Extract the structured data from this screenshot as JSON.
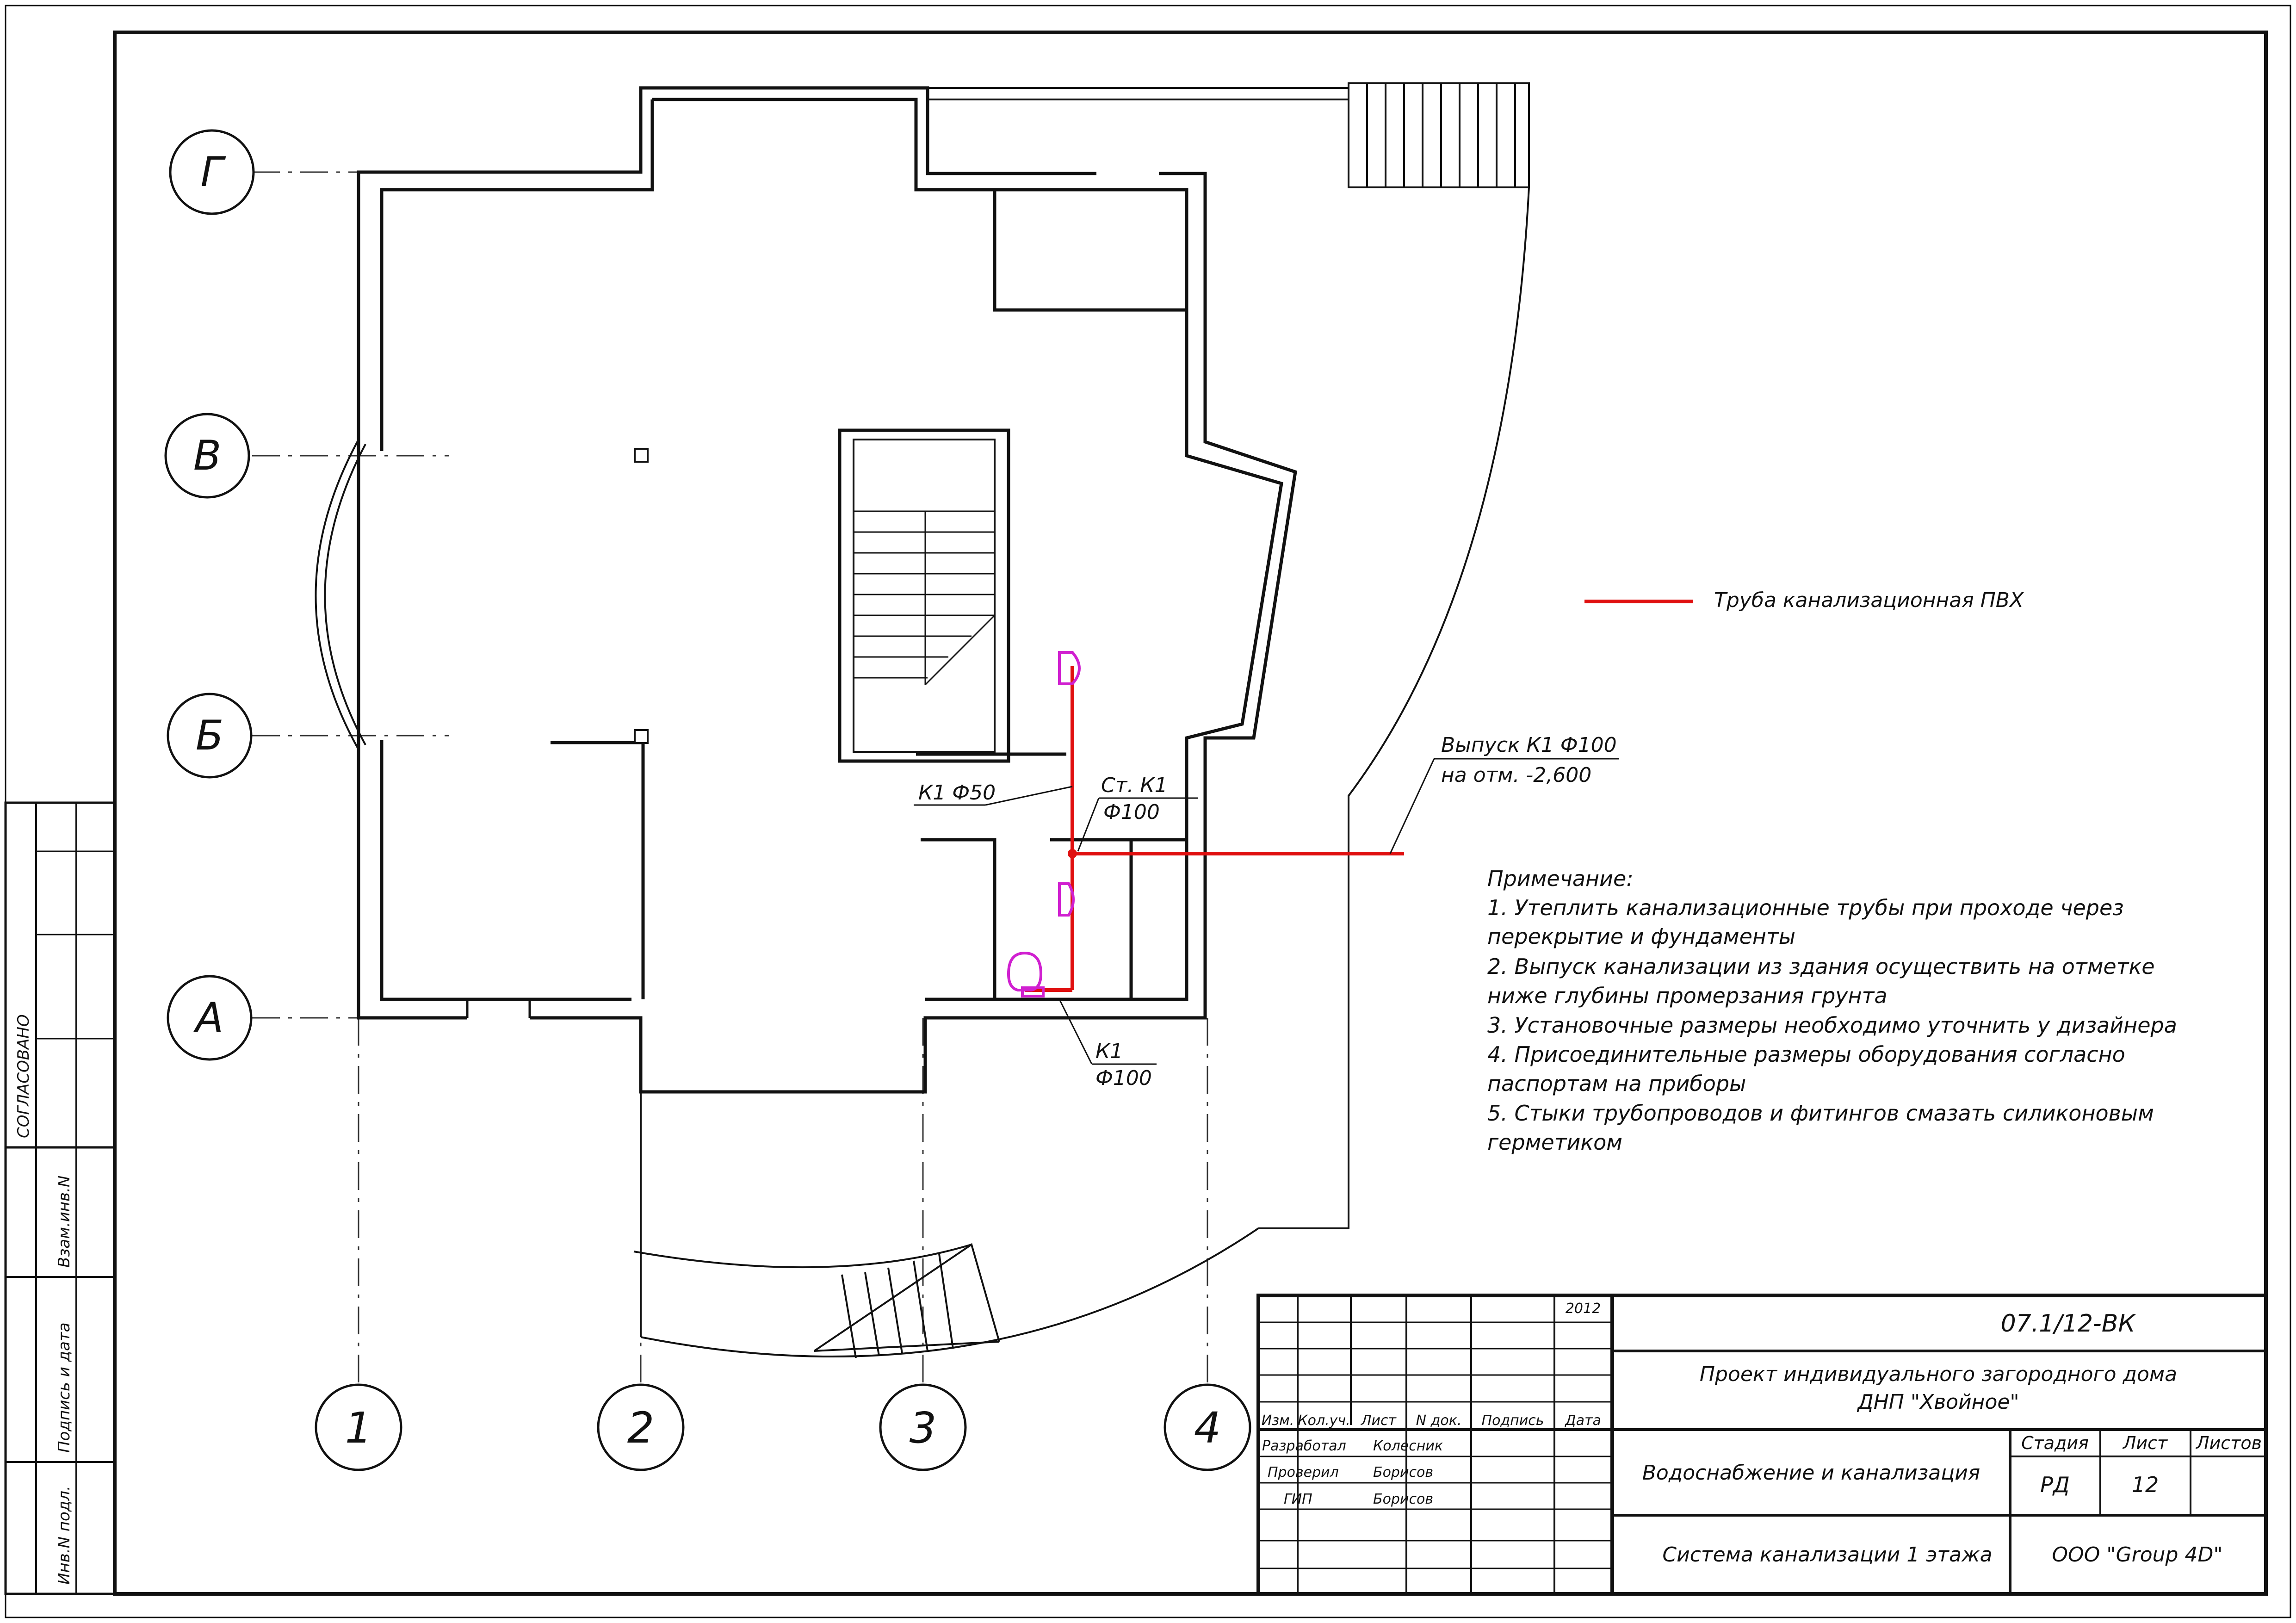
{
  "grid": {
    "rows": [
      "Г",
      "В",
      "Б",
      "А"
    ],
    "columns": [
      "1",
      "2",
      "3",
      "4"
    ]
  },
  "legend": {
    "pipe_label": "Труба канализационная ПВХ",
    "pipe_color": "#e01010"
  },
  "callouts": {
    "k1_50": "К1 Ф50",
    "riser_line1": "Ст. К1",
    "riser_line2": "Ф100",
    "outlet_line1": "Выпуск К1 Ф100",
    "outlet_line2": "на отм. -2,600",
    "k1_line1": "К1",
    "k1_line2": "Ф100"
  },
  "notes": {
    "title": "Примечание:",
    "lines": [
      "1. Утеплить канализационные трубы при проходе через",
      "перекрытие и фундаменты",
      "2. Выпуск канализации из здания осуществить на отметке",
      "ниже глубины промерзания грунта",
      "3. Установочные размеры необходимо уточнить у дизайнера",
      "4. Присоединительные размеры оборудования согласно",
      "паспортам на приборы",
      "5. Стыки трубопроводов и фитингов смазать силиконовым",
      "герметиком"
    ]
  },
  "side_stamp": {
    "agreed": "СОГЛАСОВАНО",
    "replace_inv": "Взам.инв.N",
    "sign_date": "Подпись и дата",
    "inv_orig": "Инв.N подл."
  },
  "title_block": {
    "year": "2012",
    "code": "07.1/12-ВК",
    "project_line1": "Проект индивидуального загородного дома",
    "project_line2": "ДНП \"Хвойное\"",
    "section": "Водоснабжение и канализация",
    "sheet_title": "Система канализации 1 этажа",
    "company": "ООО \"Group 4D\"",
    "headers": [
      "Изм.",
      "Кол.уч.",
      "Лист",
      "N док.",
      "Подпись",
      "Дата"
    ],
    "stage_label": "Стадия",
    "sheet_label": "Лист",
    "sheets_label": "Листов",
    "stage_value": "РД",
    "sheet_value": "12",
    "roles": [
      {
        "role": "Разработал",
        "name": "Колесник"
      },
      {
        "role": "Проверил",
        "name": "Борисов"
      },
      {
        "role": "ГИП",
        "name": "Борисов"
      }
    ]
  }
}
